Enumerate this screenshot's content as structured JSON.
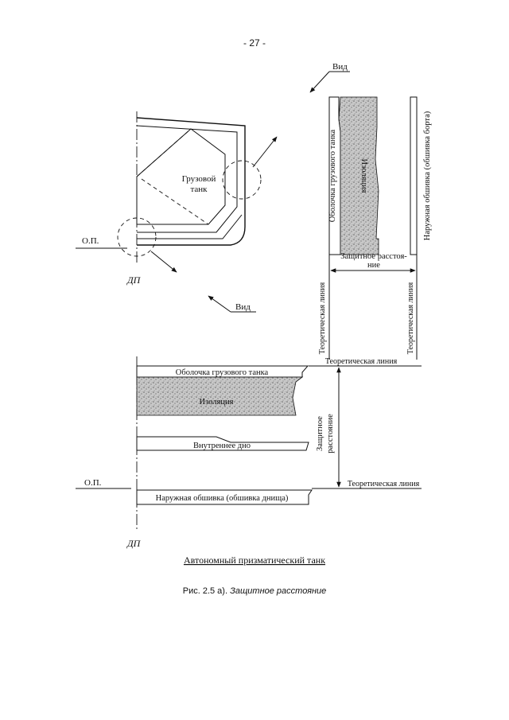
{
  "page_number": "- 27 -",
  "top_view": {
    "tank_label_line1": "Грузовой",
    "tank_label_line2": "танк",
    "op_label": "О.П.",
    "dp_label": "ДП",
    "view_label_top": "Вид",
    "view_label_bottom": "Вид"
  },
  "side_detail": {
    "tank_shell": "Оболочка грузового танка",
    "insulation": "Изоляция",
    "outer_shell": "Наружная обшивка (обшивка борта)",
    "protective_distance_line1": "Защитное расстоя-",
    "protective_distance_line2": "ние",
    "theoretical_line_left": "Теоретическая линия",
    "theoretical_line_right": "Теоретическая линия"
  },
  "bottom_detail": {
    "tank_shell": "Оболочка грузового танка",
    "insulation": "Изоляция",
    "inner_bottom": "Внутреннее дно",
    "outer_shell": "Наружная обшивка (обшивка днища)",
    "protective_distance_line1": "Защитное",
    "protective_distance_line2": "расстояние",
    "theoretical_line_top": "Теоретическая линия",
    "theoretical_line_bottom": "Теоретическая линия",
    "op_label": "О.П.",
    "dp_label": "ДП"
  },
  "diagram_title": "Автономный призматический танк",
  "caption_prefix": "Рис. 2.5 а). ",
  "caption_text": "Защитное расстояние"
}
